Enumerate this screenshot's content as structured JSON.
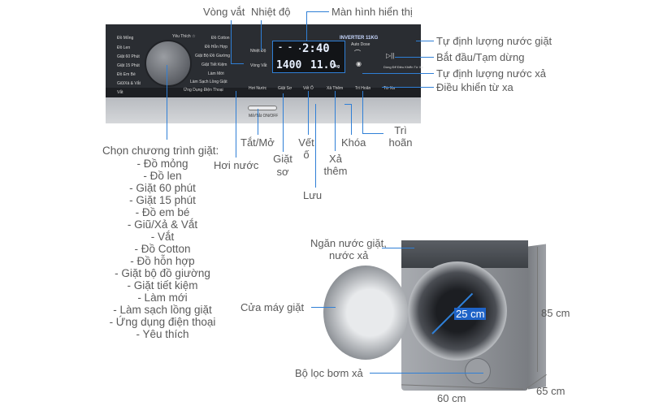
{
  "panel": {
    "programs_left": [
      "Đồ Mỏng",
      "Đồ Len",
      "Giặt 60 Phút",
      "Giặt 15 Phút",
      "Đồ Em Bé",
      "Giũ/Xả & Vắt",
      "Vắt"
    ],
    "programs_right": [
      "Đồ Cotton",
      "Đồ Hỗn Hợp",
      "Giặt Bộ Đồ Giường",
      "Giặt Tiết Kiệm",
      "Làm Mới",
      "Làm Sạch Lồng Giặt",
      "Ứng Dụng Điện Thoại"
    ],
    "program_top": "Yêu Thích ☆",
    "btn_temp": "Nhiệt Độ",
    "btn_spin": "Vòng Vắt",
    "display_time": "2:40",
    "display_dash": "- - .",
    "display_rpm": "1400",
    "display_kg": "11.0",
    "display_kg_unit": "kg",
    "inverter_text": "INVERTER 11KG",
    "auto_dose_text": "Auto Dose",
    "remote_hint": "Dùng Để Điều Khiển Từ Xa",
    "bottom_buttons": [
      "Hơi Nước",
      "Giặt Sơ",
      "Vết Ố",
      "Xả Thêm",
      "Trì Hoãn",
      "Từ Xa"
    ],
    "onoff_text": "Mở/Tắt ON/OFF"
  },
  "labels": {
    "spin": "Vòng vắt",
    "temperature": "Nhiệt độ",
    "display": "Màn hình hiển thị",
    "auto_detergent": "Tự định lượng nước giặt",
    "start_pause": "Bắt đầu/Tạm dừng",
    "auto_softener": "Tự định lượng nước xả",
    "remote": "Điều khiển từ xa",
    "on_off": "Tắt/Mở",
    "steam": "Hơi nước",
    "prewash": "Giặt sơ",
    "prewash_2": "sơ",
    "prewash_1": "Giặt",
    "stain_1": "Vết",
    "stain_2": "ố",
    "save": "Lưu",
    "extra_rinse_1": "Xả",
    "extra_rinse_2": "thêm",
    "lock": "Khóa",
    "delay_1": "Trì",
    "delay_2": "hoãn",
    "program_heading": "Chọn chương trình giặt:",
    "programs": [
      "- Đồ mỏng",
      "- Đồ len",
      "- Giặt 60 phút",
      "- Giặt 15 phút",
      "- Đồ em bé",
      "- Giũ/Xả & Vắt",
      "- Vắt",
      "- Đồ Cotton",
      "- Đồ hỗn hợp",
      "- Giặt bộ đồ giường",
      "- Giặt tiết kiệm",
      "- Làm mới",
      "- Làm sạch lồng giặt",
      "- Ứng dụng điện thoại",
      "- Yêu thích"
    ],
    "detergent_drawer_1": "Ngăn nước giặt,",
    "detergent_drawer_2": "nước xả",
    "door": "Cửa máy giặt",
    "pump_filter": "Bộ lọc bơm xả"
  },
  "dimensions": {
    "door_diameter": "25 cm",
    "height": "85 cm",
    "width": "60 cm",
    "depth": "65 cm"
  },
  "colors": {
    "accent": "#2f7fd6",
    "text": "#5a5a5a"
  }
}
